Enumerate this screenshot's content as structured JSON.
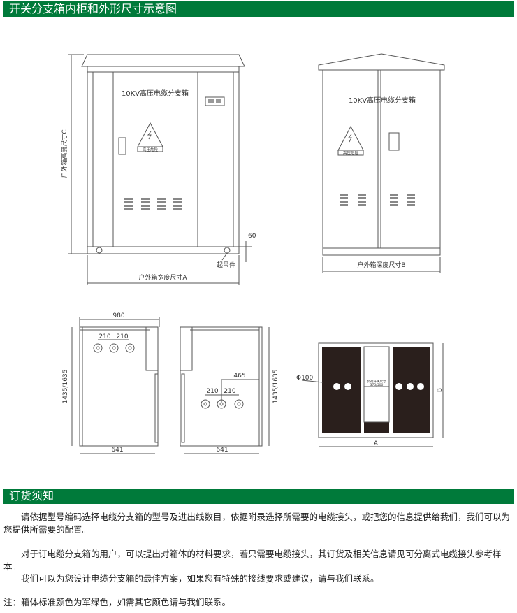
{
  "section1": {
    "title": "开关分支箱内柜和外形尺寸示意图"
  },
  "front": {
    "title": "10KV高压电缆分支箱",
    "warning": "高压危险",
    "height_label": "户外箱高度尺寸C",
    "width_label": "户外箱宽度尺寸A",
    "dim_60": "60",
    "lift": "起吊件"
  },
  "side": {
    "title": "10KV高压电缆分支箱",
    "warning": "高压危险",
    "depth_label": "户外箱深度尺寸B"
  },
  "inner_left": {
    "width": "980",
    "p1": "210",
    "p2": "210",
    "height": "1435/1635",
    "depth": "641"
  },
  "inner_right": {
    "offset": "465",
    "p1": "210",
    "p2": "210",
    "height": "1435/1635",
    "depth": "641"
  },
  "plan": {
    "hole": "Φ100",
    "switch_label": "负荷开关尺寸",
    "switch_size": "375/500",
    "a": "A",
    "b": "B"
  },
  "section2": {
    "title": "订货须知"
  },
  "notes": [
    "请依据型号编码选择电缆分支箱的型号及进出线数目，依据附录选择所需要的电缆接头，或把您的信息提供给我们，我们可以为您提供所需要的配置。",
    "对于订电缆分支箱的用户，可以提出对箱体的材料要求，若只需要电缆接头，其订货及相关信息请见可分离式电缆接头参考样本。",
    "我们可以为您设计电缆分支箱的最佳方案，如果您有特殊的接线要求或建议，请与我们联系。",
    "注：箱体标准颜色为军绿色，如需其它颜色请与我们联系。"
  ]
}
